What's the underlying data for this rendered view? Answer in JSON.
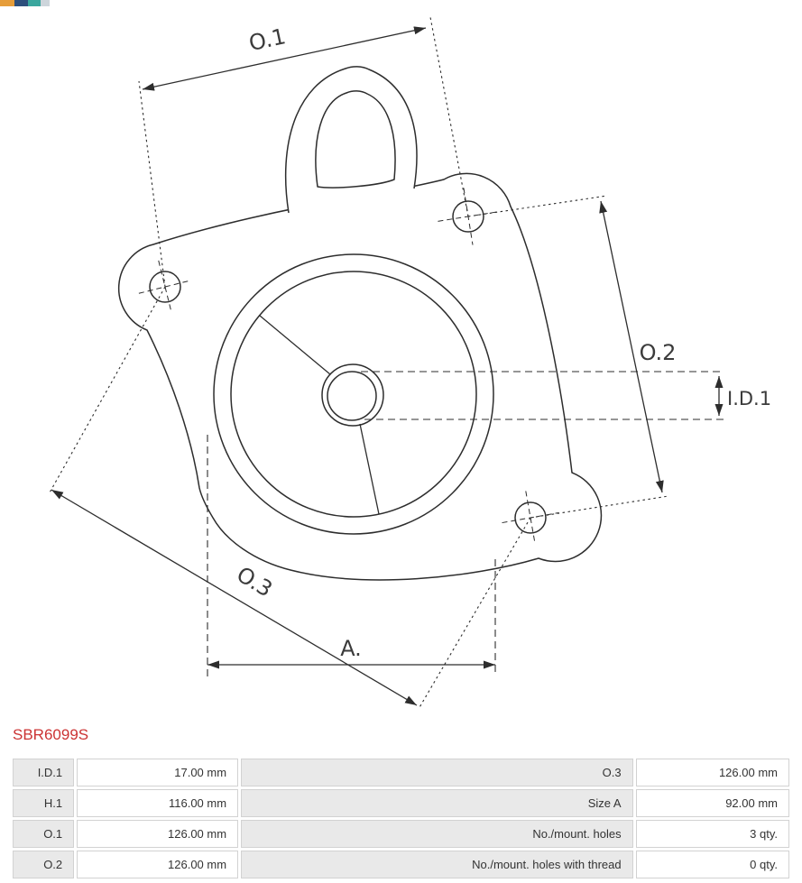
{
  "part": {
    "number": "SBR6099S",
    "number_color": "#cc3333"
  },
  "drawing": {
    "labels": {
      "o1": "O.1",
      "o2": "O.2",
      "o3": "O.3",
      "id1": "I.D.1",
      "a": "A."
    }
  },
  "spec_table": {
    "rows": [
      {
        "label_left": "I.D.1",
        "value_left": "17.00 mm",
        "label_right": "O.3",
        "value_right": "126.00 mm"
      },
      {
        "label_left": "H.1",
        "value_left": "116.00 mm",
        "label_right": "Size A",
        "value_right": "92.00 mm"
      },
      {
        "label_left": "O.1",
        "value_left": "126.00 mm",
        "label_right": "No./mount. holes",
        "value_right": "3 qty."
      },
      {
        "label_left": "O.2",
        "value_left": "126.00 mm",
        "label_right": "No./mount. holes with thread",
        "value_right": "0 qty."
      }
    ]
  }
}
